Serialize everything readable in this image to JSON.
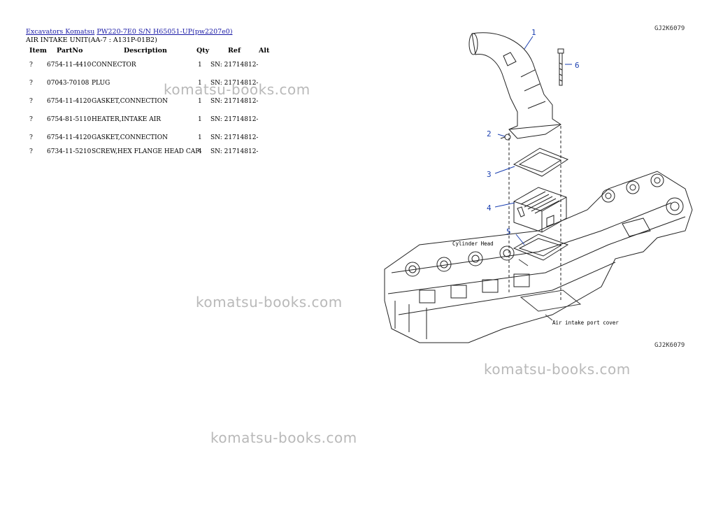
{
  "breadcrumb": {
    "link1": "Excavators Komatsu",
    "link2": "PW220-7E0 S/N H65051-UP(pw2207e0)"
  },
  "section_title": "AIR INTAKE UNIT(AA-7 : A131P-01B2)",
  "columns": {
    "item": "Item",
    "partno": "PartNo",
    "description": "Description",
    "qty": "Qty",
    "ref": "Ref",
    "alt": "Alt"
  },
  "rows": [
    {
      "item": "?",
      "partno": "6754-11-4410",
      "description": "CONNECTOR",
      "qty": "1",
      "ref": "SN: 21714812-"
    },
    {
      "item": "?",
      "partno": "07043-70108",
      "description": "PLUG",
      "qty": "1",
      "ref": "SN: 21714812-"
    },
    {
      "item": "?",
      "partno": "6754-11-4120",
      "description": "GASKET,CONNECTION",
      "qty": "1",
      "ref": "SN: 21714812-"
    },
    {
      "item": "?",
      "partno": "6754-81-5110",
      "description": "HEATER,INTAKE AIR",
      "qty": "1",
      "ref": "SN: 21714812-"
    },
    {
      "item": "?",
      "partno": "6754-11-4120",
      "description": "GASKET,CONNECTION",
      "qty": "1",
      "ref": "SN: 21714812-"
    },
    {
      "item": "?",
      "partno": "6734-11-5210",
      "description": "SCREW,HEX FLANGE HEAD CAP",
      "qty": "4",
      "ref": "SN: 21714812-"
    }
  ],
  "watermark": "komatsu-books.com",
  "diagram": {
    "code_top": "GJ2K6079",
    "code_bottom": "GJ2K6079",
    "label_cylinder": "Cylinder Head",
    "label_cover": "Air intake port cover",
    "callouts": [
      "1",
      "2",
      "3",
      "4",
      "5",
      "6"
    ]
  }
}
